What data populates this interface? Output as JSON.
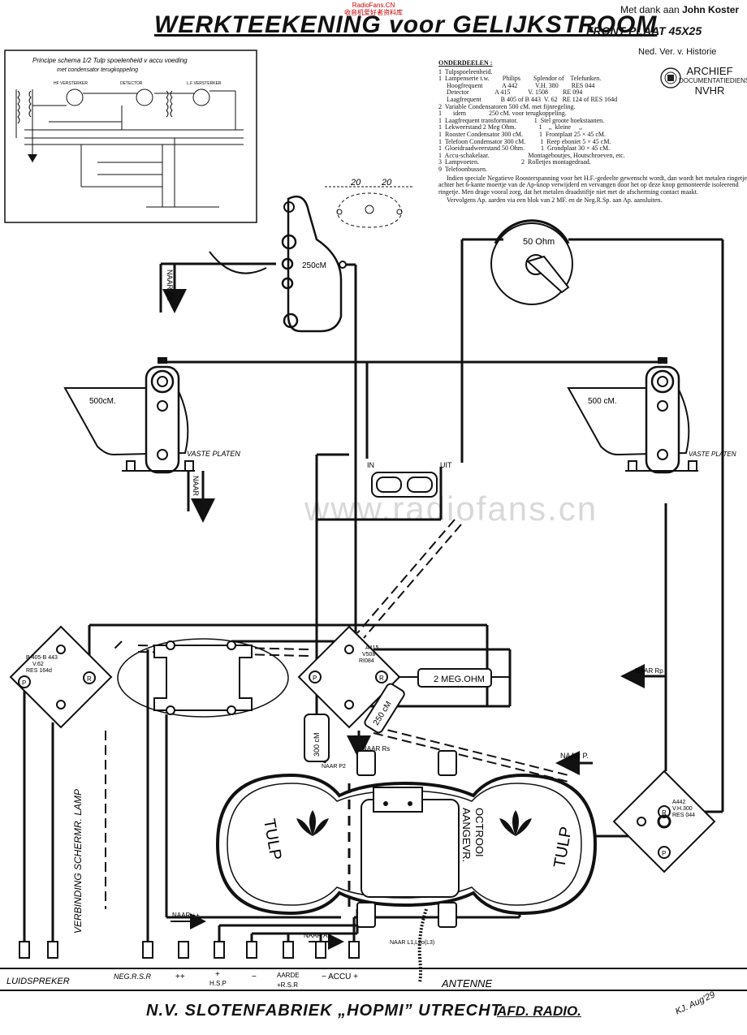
{
  "header": {
    "title": "WERKTEEKENING voor GELIJKSTROOM",
    "front_plate": "FRONT PLAAT 45X25",
    "thanks_prefix": "Met dank aan",
    "thanks_name": "John Koster",
    "source_site": "RadioFans.CN",
    "source_sub": "收音机爱好者资料库",
    "nvvh": "Ned. Ver. v. Historie",
    "archief": [
      "ARCHIEF",
      "DOCUMENTATIEDIENST",
      "NVHR"
    ]
  },
  "schematic": {
    "title_line1": "Principe schema 1/2 Tulp spoelenheid v accu voeding",
    "title_line2": "met condensator terugkoppeling",
    "stage_labels": [
      "HF VERSTERKER",
      "DETECTOR",
      "L.F VERSTERKER"
    ]
  },
  "parts": {
    "heading": "ONDERDEELEN :",
    "lines": [
      "1  Tulpspoeleenheid.",
      "1  Lampenserie t.w.        Philips        Splendor of    Telefunken.",
      "     Hoogfrequent            A 442           V.H. 380        RES 044",
      "     Detector                A 415           V. 1508         RE 094",
      "     Laagfrequent            B 405 of B 443  V. 62   RE 124 of RES 164d",
      "2  Variable Condensatoren 500 cM. met fijnregeling.",
      "1       idem              250 cM. voor terugkoppeling.",
      "1  Laagfrequent transformator.          1  Stel groote hoekstaanen.",
      "1  Lekweerstand 2 Meg Ohm.              1    ,,  kleine     ,,",
      "1  Rooster Condensator 300 cM.          1  Frontplaat 25 × 45 cM.",
      "1  Telefoon Condensator 300 cM.         1  Reep eboniet 5 × 45 cM.",
      "1  Gloeidraadweerstand 50 Ohm.          1  Grondplaat 30 × 45 cM.",
      "1  Accu-schakelaar.                        Montageboutjes, Houtschroeven, etc.",
      "3  Lampvoeten.                          2  Rolletjes montagedraad.",
      "9  Telefoonbussen."
    ],
    "note1": "Indien speciale Negatieve Roosterspanning voor het H.F.-gedeelte gewenscht wordt, dan wordt het metalen ringetje achter het 6-kante moertje van de Ap-knop verwijderd en vervangen door het op deze knop gemonteerde isoleerend ringetje. Men drage vooral zorg, dat het metalen draadstiftje niet met de afscherming contact maakt.",
    "note2": "Vervolgens Ap. aarden via een blok van 2 MF. en de Neg.R.Sp. aan Ap. aansluiten."
  },
  "labels": {
    "dim_20a": "20",
    "dim_20b": "20",
    "naar_cc": "NAAR Cc",
    "cond_250_top": "250cM",
    "ohm_50": "50 Ohm",
    "cond_500_left": "500cM.",
    "cond_500_right": "500 cM.",
    "vaste_platen_left": "VASTE PLATEN",
    "vaste_platen_right": "VASTE PLATEN",
    "naar_p": "NAAR P",
    "switch_in": "IN",
    "switch_uit": "UIT",
    "tube_left": [
      "B 405-B 443",
      "V.62",
      "RES 164d"
    ],
    "tube_mid": [
      "A415",
      "V508",
      "RI084"
    ],
    "tube_right": [
      "A442",
      "V.H.300",
      "RES 044"
    ],
    "res_2meg": "2 MEG.OHM",
    "cond_300": "300 cM",
    "cond_250_mid": "250 cM",
    "naar_rp": "NAAR Rp",
    "naar_p2": "NAAR P.",
    "naar_rs": "NAAR Rs",
    "naar_p_small": "NAAR P2",
    "verbinding": "VERBINDING SCHERMR. LAMP",
    "tulp_left": "TULP",
    "tulp_right": "TULP",
    "octrooi": [
      "OCTROOI",
      "AANGEVR."
    ],
    "naar_plus": "NAAR ++",
    "naar_as": "NAAR As",
    "naar_l": "NAAR L1,L2o(L3)",
    "terminals": [
      "LUIDSPREKER",
      "NEG.R.S.R",
      "++",
      "H.S.P",
      "+",
      "−",
      "AARDE",
      "+R.S.R",
      "− ACCU +",
      "ANTENNE"
    ],
    "pin_r": "R",
    "pin_p": "P"
  },
  "footer": {
    "company": "N.V. SLOTENFABRIEK „HOPMI” UTRECHT",
    "dept": "AFD. RADIO.",
    "signature": "KJ. Aug'29"
  },
  "watermark": "www.radiofans.cn"
}
